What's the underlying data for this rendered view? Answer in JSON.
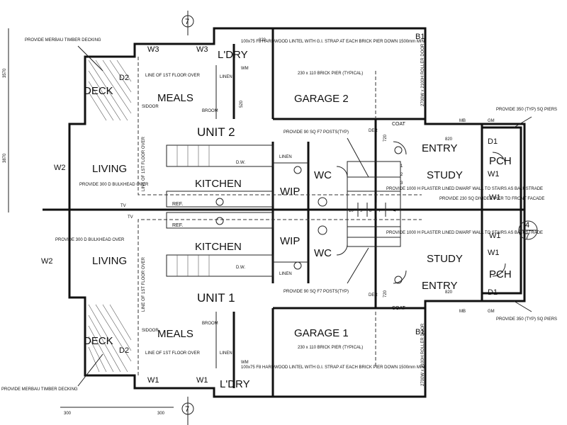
{
  "units": {
    "unit2": "UNIT 2",
    "unit1": "UNIT 1"
  },
  "rooms": {
    "deck_top": "DECK",
    "meals_top": "MEALS",
    "garage2": "GARAGE 2",
    "ldry_top": "L'DRY",
    "living_top": "LIVING",
    "kitchen_top": "KITCHEN",
    "wip_top": "WIP",
    "wc_top": "WC",
    "entry_top": "ENTRY",
    "study_top": "STUDY",
    "pch_top": "PCH",
    "living_bot": "LIVING",
    "kitchen_bot": "KITCHEN",
    "wip_bot": "WIP",
    "wc_bot": "WC",
    "entry_bot": "ENTRY",
    "study_bot": "STUDY",
    "pch_bot": "PCH",
    "deck_bot": "DECK",
    "meals_bot": "MEALS",
    "garage1": "GARAGE 1",
    "ldry_bot": "L'DRY"
  },
  "fixtures": {
    "broom": "BROOM",
    "linen": "LINEN",
    "ref": "REF.",
    "dw": "D.W.",
    "coat": "COAT",
    "wm": "WM",
    "tv": "TV",
    "der": "DER",
    "sidoor": "SIDOOR",
    "mb": "MB",
    "gm": "GM"
  },
  "windows": {
    "w1": "W1",
    "w2": "W2",
    "w3": "W3",
    "d1": "D1",
    "d2": "D2",
    "b1": "B1"
  },
  "notes": {
    "merbau_top": "PROVIDE MERBAU TIMBER DECKING",
    "merbau_bot": "PROVIDE MERBAU TIMBER DECKING",
    "bulkhead_top": "PROVIDE 300 D BULKHEAD OVER",
    "bulkhead_bot": "PROVIDE 300 D BULKHEAD OVER",
    "first_floor": "LINE OF 1ST FLOOR OVER",
    "lintel_top": "100x75 F8 HARDWOOD LINTEL WITH G.I. STRAP AT EACH BRICK PIER DOWN 1500mm MIN",
    "lintel_bot": "100x75 F8 HARDWOOD LINTEL WITH G.I. STRAP AT EACH BRICK PIER DOWN 1500mm MIN",
    "brick_pier_top": "230 x 110 BRICK PIER (TYPICAL)",
    "brick_pier_bot": "230 x 110 BRICK PIER (TYPICAL)",
    "posts_top": "PROVIDE 90 SQ F7 POSTS(TYP)",
    "posts_bot": "PROVIDE 90 SQ F7 POSTS(TYP)",
    "dwarf_top": "PROVIDE 1000 H PLASTER LINED DWARF WALL TO STAIRS AS BALUSTRADE",
    "dwarf_bot": "PROVIDE 1000 H PLASTER LINED DWARF WALL TO STAIRS AS BALUSTRADE",
    "piers_top": "PROVIDE 350 (TYP) SQ PIERS",
    "piers_bot": "PROVIDE 350 (TYP) SQ PIERS",
    "divider": "PROVIDE 230 SQ DIVIDER PIER TO FRONT FACADE",
    "roller": "2700W x 2100H ROLLER DOOR"
  },
  "dims": {
    "d820a": "820",
    "d820b": "820",
    "d820c": "820",
    "d720a": "720",
    "d720b": "720",
    "d520": "520",
    "d300a": "300",
    "d300b": "300",
    "d3570": "3570",
    "d3870": "3870"
  },
  "grid": {
    "g4": "4",
    "g7a": "7",
    "g7b": "7",
    "g7c": "7"
  },
  "stairs": [
    "10",
    "9",
    "8",
    "7",
    "4",
    "3",
    "2",
    "1"
  ]
}
